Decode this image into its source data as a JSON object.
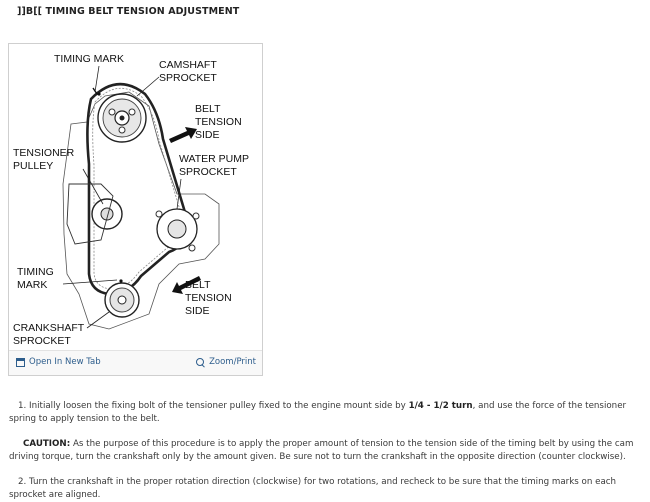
{
  "heading": "]]B[[ TIMING BELT TENSION ADJUSTMENT",
  "figure": {
    "labels": {
      "timing_mark_top": "TIMING MARK",
      "camshaft_sprocket_1": "CAMSHAFT",
      "camshaft_sprocket_2": "SPROCKET",
      "belt_tension_top_1": "BELT",
      "belt_tension_top_2": "TENSION",
      "belt_tension_top_3": "SIDE",
      "tensioner_pulley_1": "TENSIONER",
      "tensioner_pulley_2": "PULLEY",
      "water_pump_1": "WATER PUMP",
      "water_pump_2": "SPROCKET",
      "timing_mark_bottom_1": "TIMING",
      "timing_mark_bottom_2": "MARK",
      "belt_tension_bottom_1": "BELT",
      "belt_tension_bottom_2": "TENSION",
      "belt_tension_bottom_3": "SIDE",
      "crankshaft_1": "CRANKSHAFT",
      "crankshaft_2": "SPROCKET"
    },
    "open_tab_label": "Open In New Tab",
    "zoom_label": "Zoom/Print"
  },
  "steps": {
    "step1_a": "1. Initially loosen the fixing bolt of the tensioner pulley fixed to the engine mount side by ",
    "step1_bold": "1/4 - 1/2 turn",
    "step1_b": ", and use the force of the tensioner spring to apply tension to the belt.",
    "caution_label": "CAUTION:",
    "caution_text": " As the purpose of this procedure is to apply the proper amount of tension to the tension side of the timing belt by using the cam driving torque, turn the crankshaft only by the amount given. Be sure not to turn the crankshaft in the opposite direction (counter clockwise).",
    "step2": "2. Turn the crankshaft in the proper rotation direction (clockwise) for two rotations, and recheck to be sure that the timing marks on each sprocket are aligned."
  }
}
